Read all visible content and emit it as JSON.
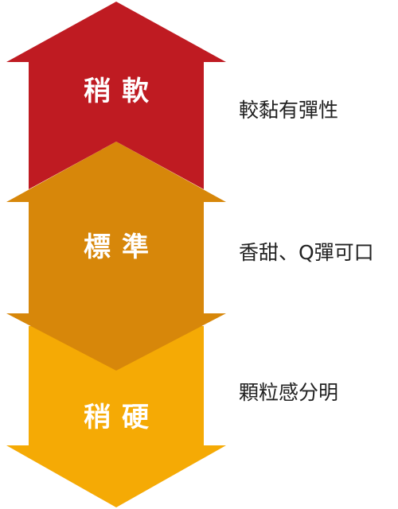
{
  "levels": [
    {
      "label": "稍軟",
      "description": "較黏有彈性",
      "color": "#bf1b22"
    },
    {
      "label": "標準",
      "description": "香甜、Q彈可口",
      "color": "#d7870a"
    },
    {
      "label": "稍硬",
      "description": "顆粒感分明",
      "color": "#f5aa05"
    }
  ]
}
